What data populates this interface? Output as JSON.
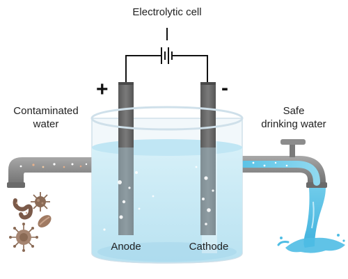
{
  "title": "Electrolytic cell",
  "labels": {
    "contaminated_line1": "Contaminated",
    "contaminated_line2": "water",
    "safe_line1": "Safe",
    "safe_line2": "drinking water",
    "anode": "Anode",
    "cathode": "Cathode"
  },
  "signs": {
    "anode_sign": "+",
    "cathode_sign": "-"
  },
  "colors": {
    "pipe": "#8c8c8c",
    "dirty_water": "#c8b98f",
    "clean_water": "#7fd0ea",
    "beaker_water": "#cdebf6",
    "electrode": "#6e6e6e",
    "wire": "#111111",
    "microbe_brown": "#8a6a55"
  }
}
